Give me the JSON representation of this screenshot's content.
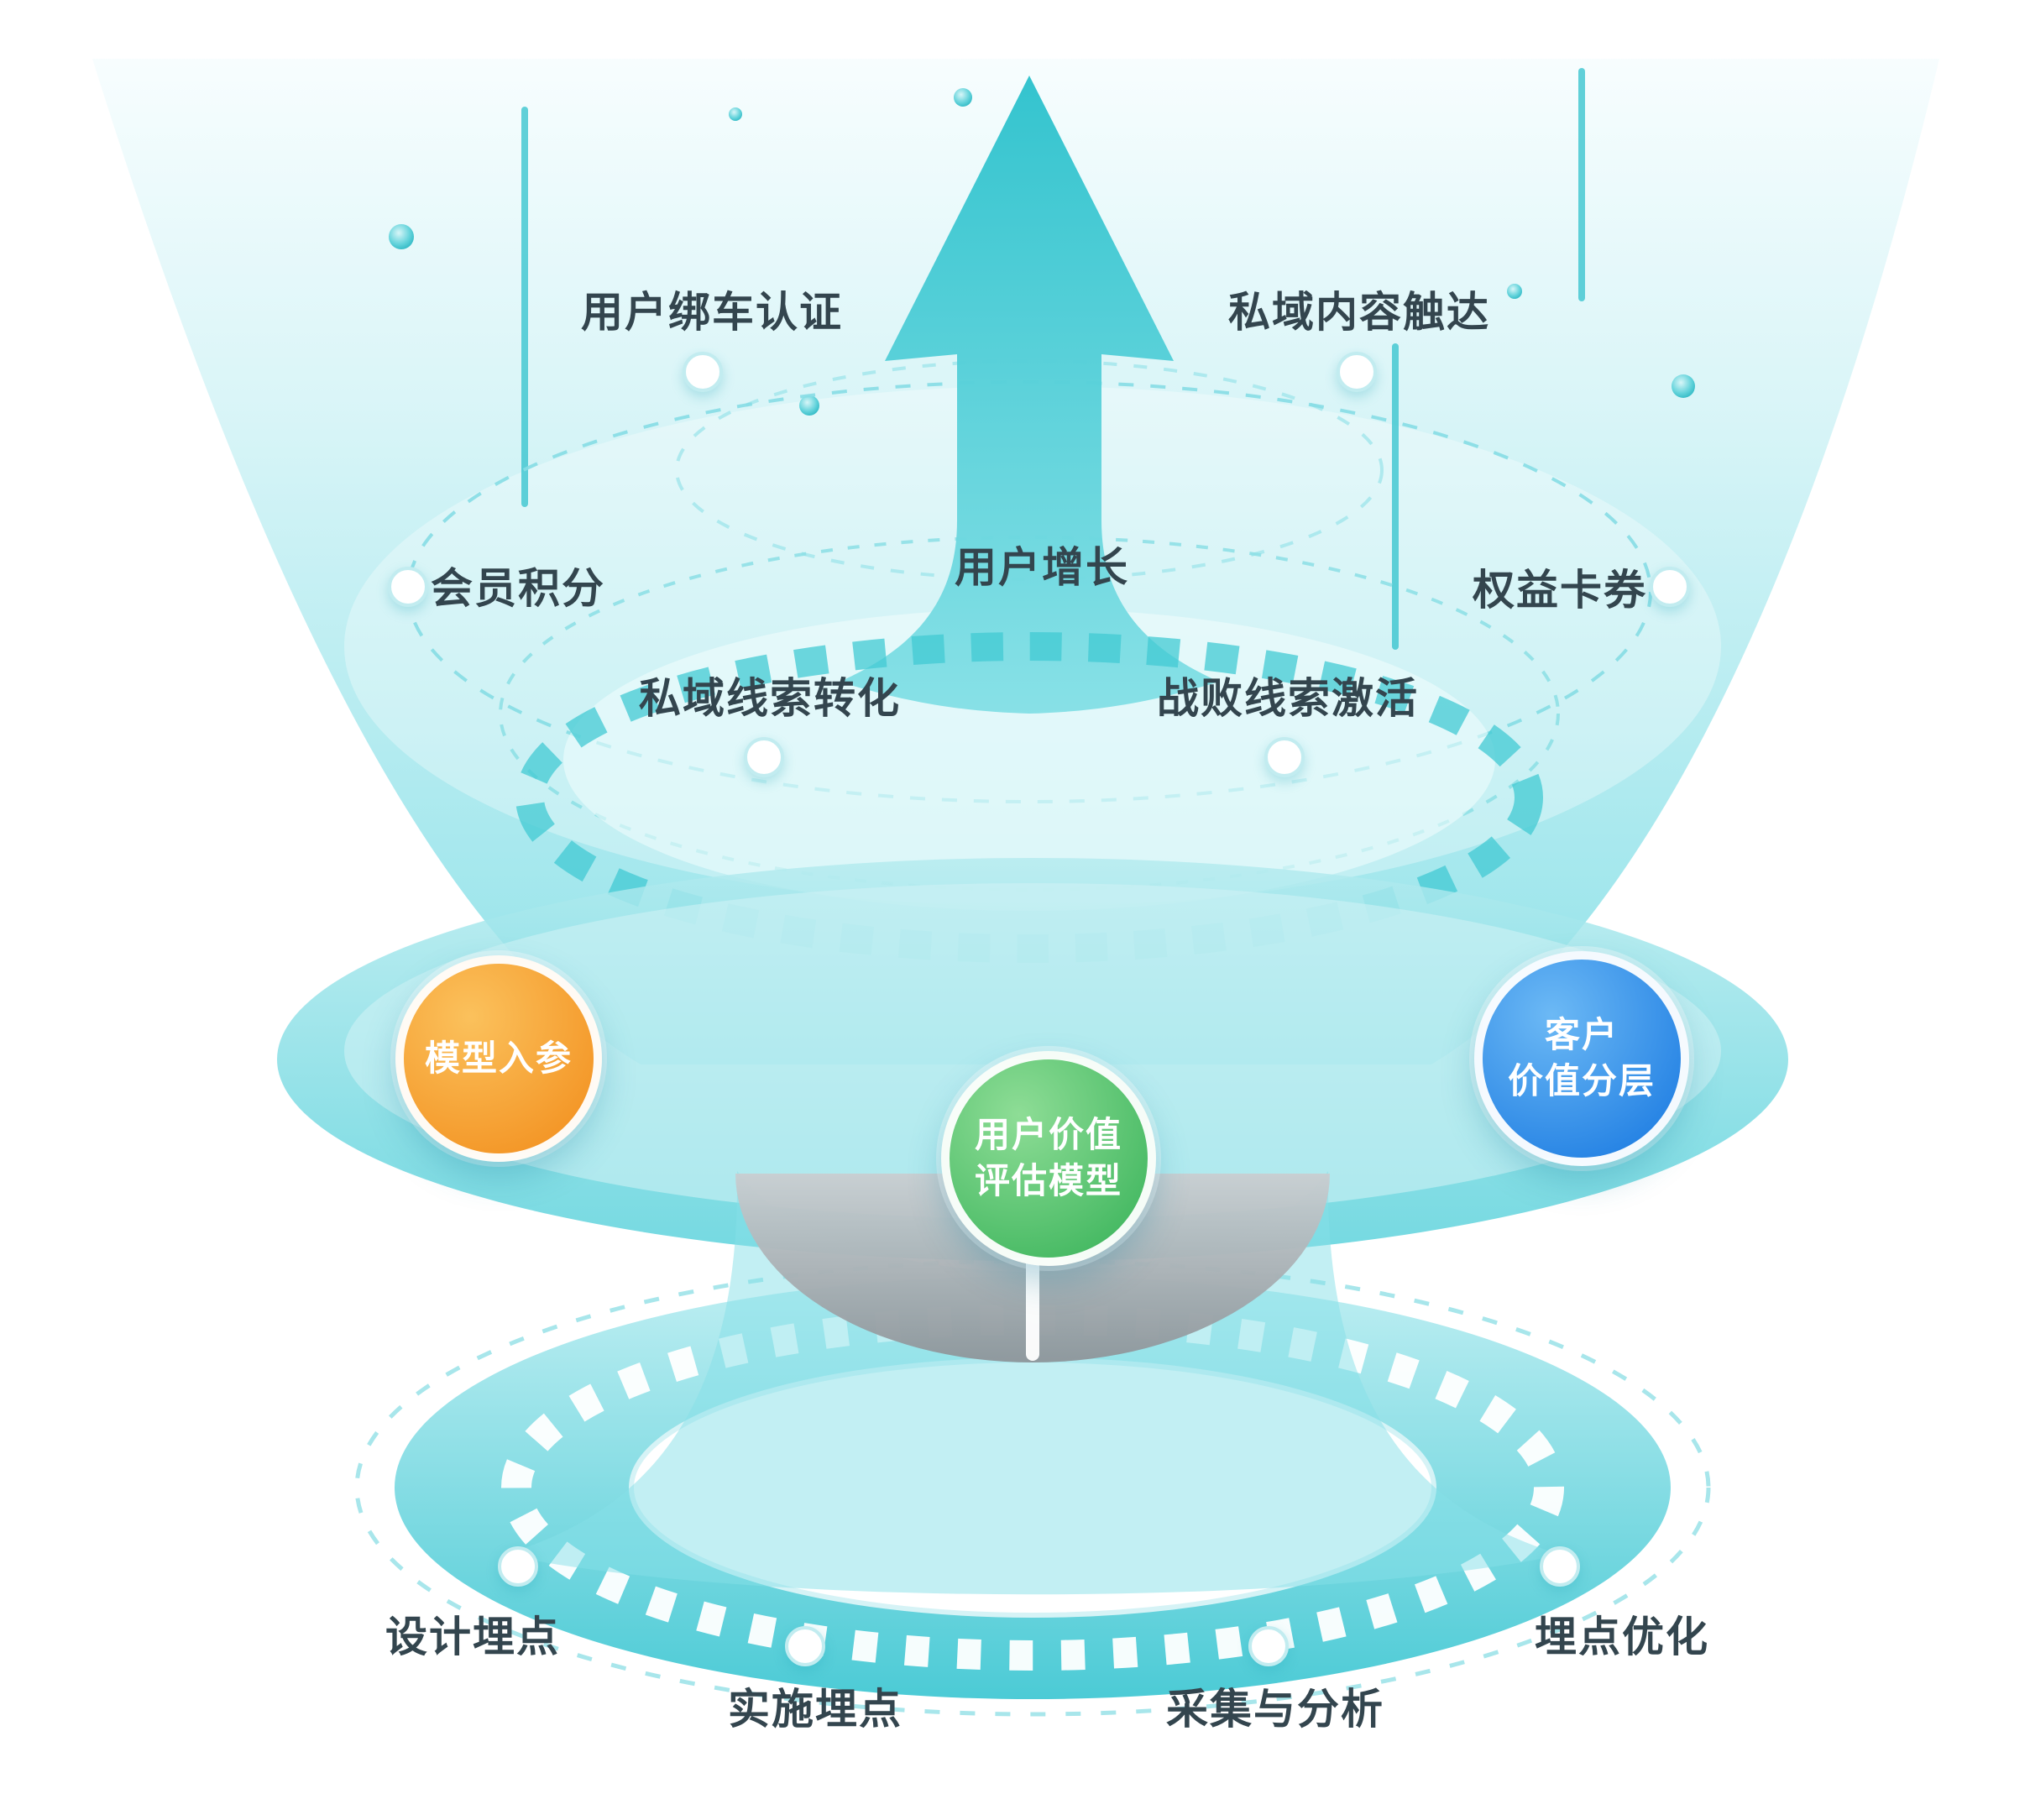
{
  "palette": {
    "teal": "#3cc6d0",
    "teal_deep": "#28b6c2",
    "teal_light": "#bdeef1",
    "label_text": "#33454e",
    "node_orange": "#f5991f",
    "node_green": "#3fb75f",
    "node_blue": "#1f86ea"
  },
  "funnel_labels": {
    "user_bind_auth": "用户绑车认证",
    "private_content_reach": "私域内容触达",
    "member_points": "会员积分",
    "user_growth": "用户增长",
    "rights_coupons": "权益卡券",
    "private_lead_conversion": "私域线索转化",
    "lost_lead_activation": "战败线索激活"
  },
  "model_nodes": {
    "model_input": {
      "label": "模型入参",
      "color": "#f5991f"
    },
    "user_value_model": {
      "line1": "用户价值",
      "line2": "评估模型",
      "color": "#3fb75f"
    },
    "customer_value_tier": {
      "line1": "客户",
      "line2": "价值分层",
      "color": "#1f86ea"
    }
  },
  "tracking_steps": [
    {
      "label": "设计埋点"
    },
    {
      "label": "实施埋点"
    },
    {
      "label": "采集与分析"
    },
    {
      "label": "埋点优化"
    }
  ]
}
